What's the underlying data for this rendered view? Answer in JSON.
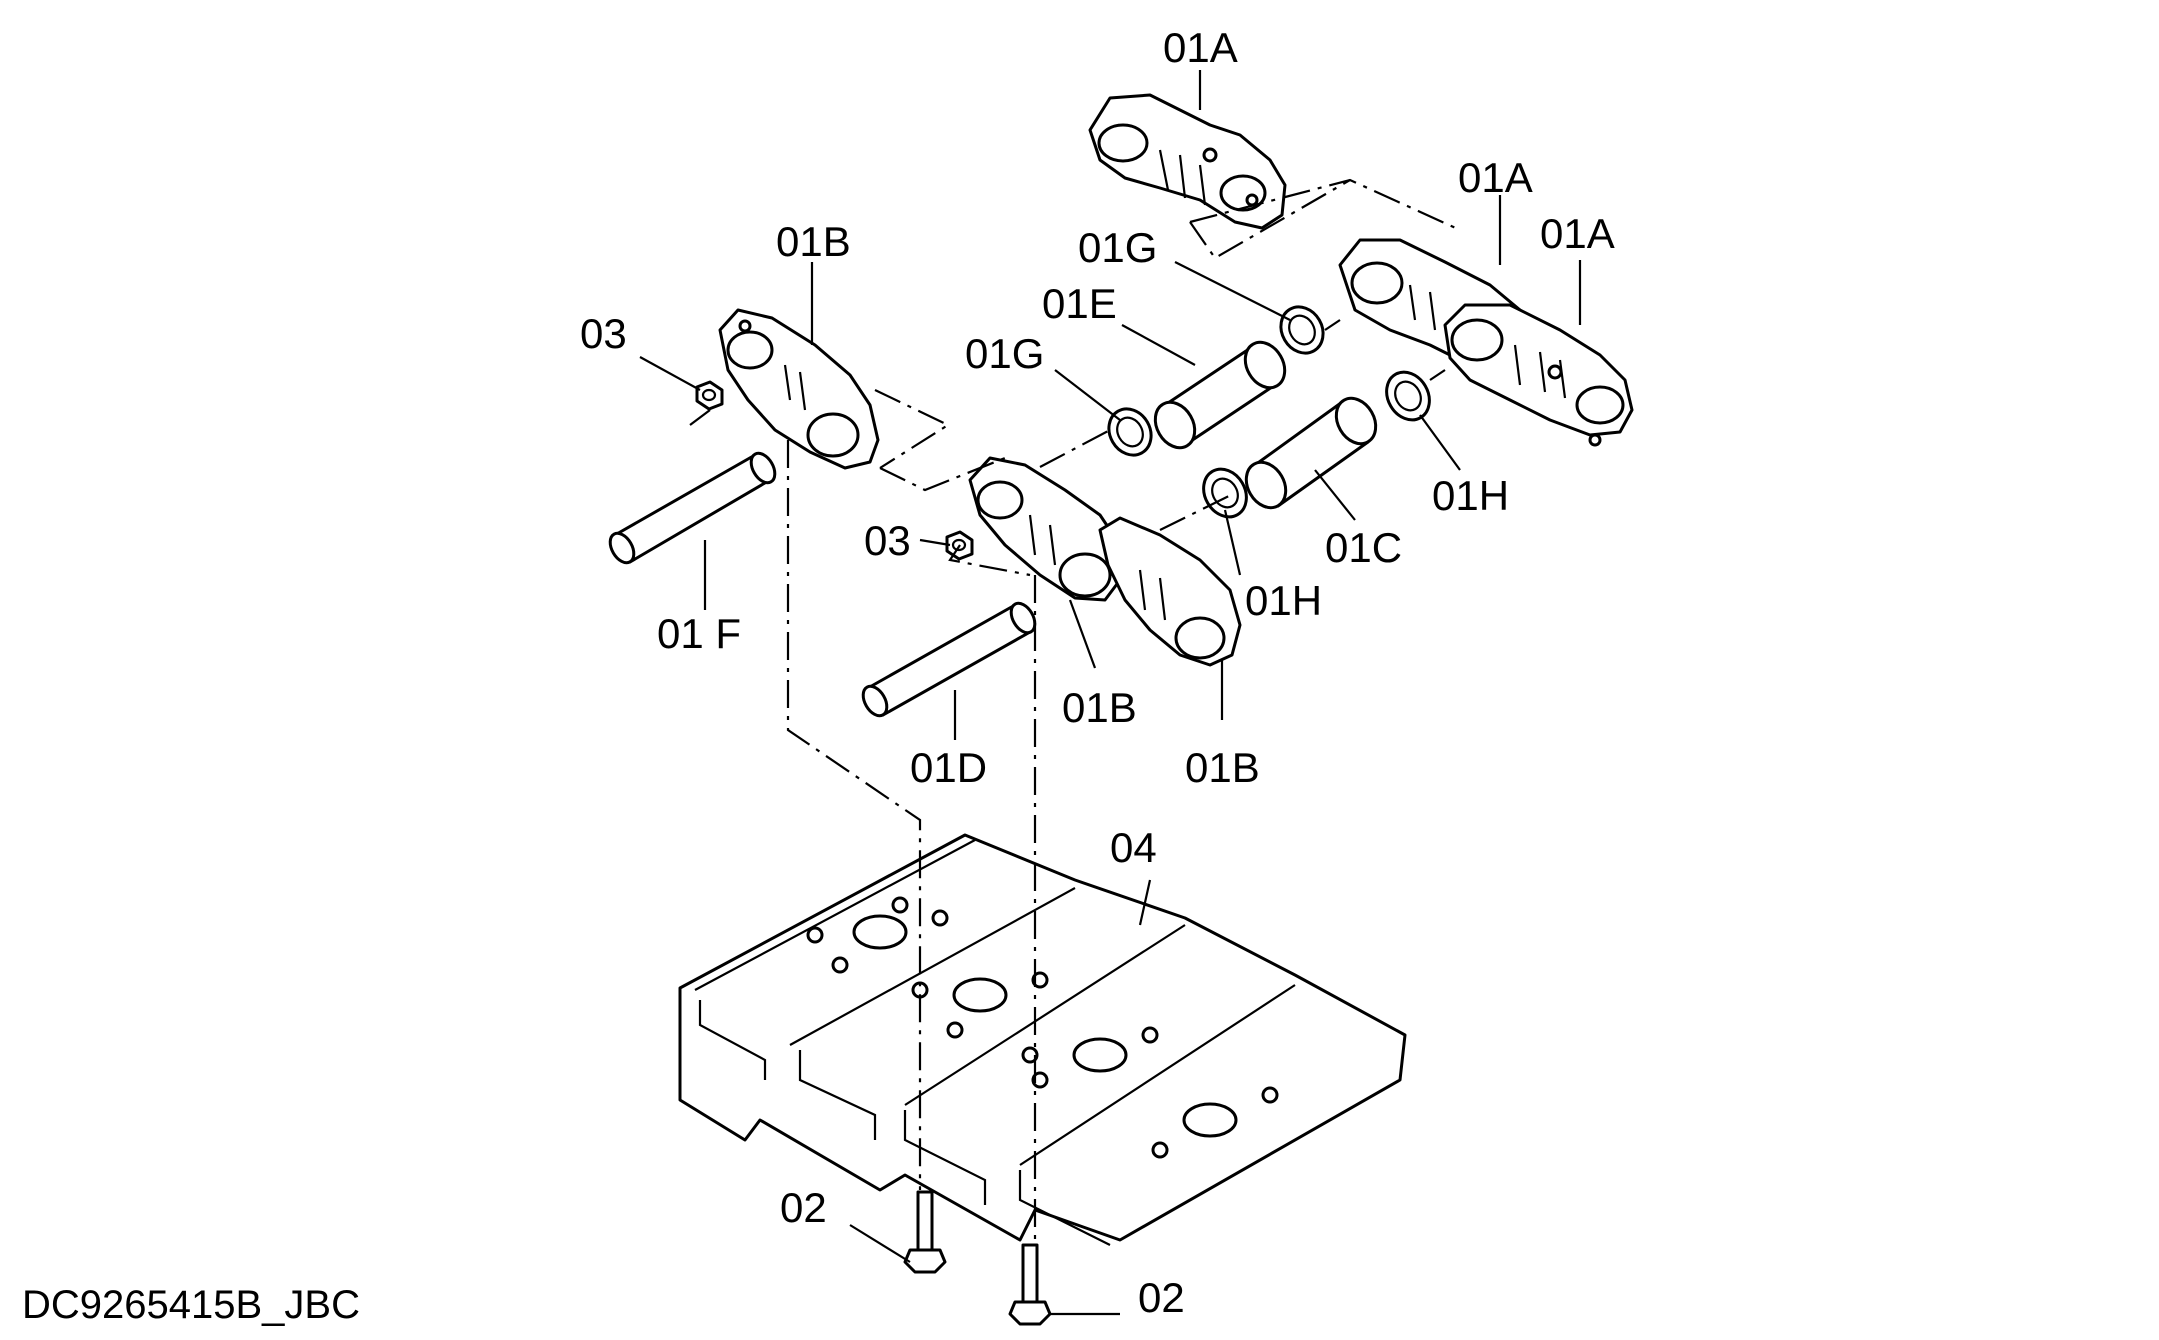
{
  "drawing": {
    "code": "DC9265415B_JBC"
  },
  "callouts": {
    "c01a_top": "01A",
    "c01a_mid": "01A",
    "c01a_right": "01A",
    "c01b_top": "01B",
    "c01b_mid": "01B",
    "c01b_low": "01B",
    "c01g_upper": "01G",
    "c01g_lower": "01G",
    "c01e": "01E",
    "c01h_right": "01H",
    "c01h_lower": "01H",
    "c01c": "01C",
    "c01f": "01 F",
    "c01d": "01D",
    "c03_upper": "03",
    "c03_lower": "03",
    "c04": "04",
    "c02_left": "02",
    "c02_right": "02"
  }
}
